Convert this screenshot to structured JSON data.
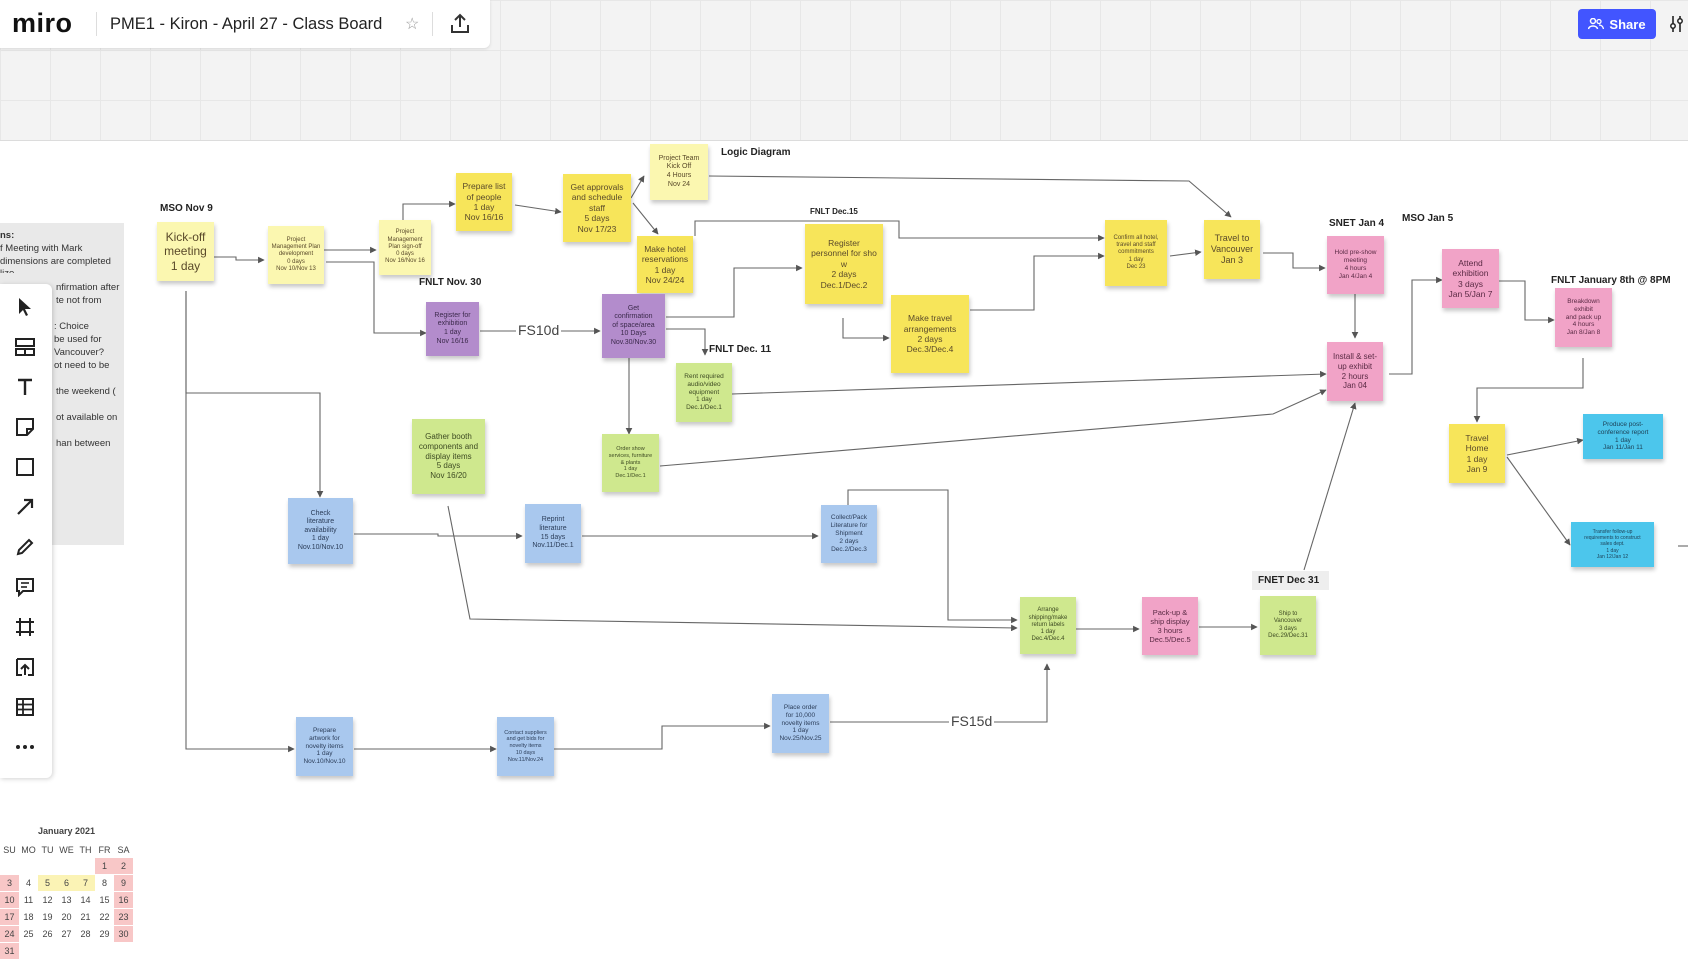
{
  "app": {
    "logo": "miro",
    "board_title": "PME1 - Kiron - April 27 - Class Board",
    "share_label": "Share",
    "accent_color": "#4255ff"
  },
  "toolbar": {
    "tools": [
      "select-icon",
      "templates-icon",
      "text-icon",
      "sticky-note-icon",
      "shape-icon",
      "connection-line-icon",
      "pen-icon",
      "comment-icon",
      "frame-icon",
      "upload-icon",
      "table-icon",
      "more-icon"
    ]
  },
  "notes_panel": {
    "lines": [
      "ns:",
      "f Meeting with Mark",
      "dimensions are completed",
      "lize",
      "nfirmation after",
      "te not from",
      ": Choice",
      "be used for",
      "Vancouver?",
      "ot need to be",
      "the weekend (",
      "ot available on",
      "han between"
    ]
  },
  "board": {
    "labels": {
      "logic_diagram": "Logic Diagram",
      "mso_nov9": "MSO Nov 9",
      "fnlt_nov30": "FNLT Nov. 30",
      "fnlt_dec15": "FNLT Dec.15",
      "fnlt_dec11": "FNLT Dec. 11",
      "snet_jan4": "SNET Jan 4",
      "mso_jan5": "MSO Jan 5",
      "fnlt_jan8": "FNLT  January 8th @ 8PM",
      "fnet_dec31": "FNET Dec 31"
    },
    "lags": {
      "fs10d": "FS10d",
      "fs15d": "FS15d"
    },
    "notes": {
      "kickoff": "Kick-off\nmeeting\n1 day",
      "pm_plan_dev": "Project\nManagement Plan\ndevelopment\n0 days\nNov 10/Nov 13",
      "pm_plan_signoff": "Project\nManagement\nPlan sign-off\n0 days\nNov 16/Nov 16",
      "prepare_list": "Prepare list\nof people\n1 day\nNov 16/16",
      "get_approvals": "Get approvals\nand schedule\nstaff\n5 days\nNov 17/23",
      "team_kickoff": "Project Team\nKick Off\n4 Hours\nNov 24",
      "hotel": "Make hotel\nreservations\n1 day\nNov 24/24",
      "register_exhibition": "Register for\nexhibition\n1 day\nNov 16/16",
      "confirm_space": "Get\nconfirmation\nof space/area\n10 Days\nNov.30/Nov.30",
      "register_personnel": "Register\npersonnel for sho\nw\n2 days\nDec.1/Dec.2",
      "travel_arrangements": "Make travel\narrangements\n2 days\nDec.3/Dec.4",
      "confirm_hotel": "Confirm all hotel,\ntravel and staff\ncommitments\n1 day\nDec 23",
      "travel_vancouver": "Travel to\nVancouver\nJan 3",
      "pre_show": "Hold pre-show\nmeeting\n4 hours\nJan 4/Jan 4",
      "attend": "Attend\nexhibition\n3 days\nJan 5/Jan 7",
      "breakdown": "Breakdown\nexhibit\nand pack up\n4 hours\nJan 8/Jan 8",
      "rent_av": "Rent required\naudio/video\nequipment\n1 day\nDec.1/Dec.1",
      "install": "Install & set-\nup exhibit\n2 hours\nJan 04",
      "gather_booth": "Gather booth\ncomponents and\ndisplay items\n5 days\nNov 16/20",
      "order_services": "Order show\nservices, furniture\n& plants\n1 day\nDec.1/Dec.1",
      "travel_home": "Travel\nHome\n1 day\nJan 9",
      "post_report": "Produce post-\nconference report\n1 day\nJan 11/Jan 11",
      "follow_up": "Transfer follow-up\nrequirements to construct\nsales dept.\n1 day\nJan 12/Jan 12",
      "check_literature": "Check\nliterature\navailability\n1 day\nNov.10/Nov.10",
      "reprint": "Reprint\nliterature\n15 days\nNov.11/Dec.1",
      "collect_pack": "Collect/Pack\nLiterature for\nShipment\n2 days\nDec.2/Dec.3",
      "arrange_shipping": "Arrange\nshipping/make\nreturn labels\n1 day\nDec.4/Dec.4",
      "packup_display": "Pack-up &\nship display\n3 hours\nDec.5/Dec.5",
      "ship_vancouver": "Ship to\nVancouver\n3 days\nDec.29/Dec.31",
      "prepare_artwork": "Prepare\nartwork for\nnovelty items\n1 day\nNov.10/Nov.10",
      "contact_suppliers": "Contact suppliers\nand get bids for\nnovelty items\n10 days\nNov.11/Nov.24",
      "place_order": "Place order\nfor 10,000\nnovelty items\n1 day\nNov.25/Nov.25"
    },
    "colors": {
      "yellow": "#f7e55a",
      "pale_yellow": "#fbf7b0",
      "purple": "#b38ccc",
      "lime": "#cfe88e",
      "pink": "#f1a3c7",
      "blue": "#a9c8ee",
      "cyan": "#4cc6ec"
    }
  },
  "calendar": {
    "title": "January 2021",
    "weekdays": [
      "SU",
      "MO",
      "TU",
      "WE",
      "TH",
      "FR",
      "SA"
    ],
    "weeks": [
      [
        "",
        "",
        "",
        "",
        "",
        "1",
        "2"
      ],
      [
        "3",
        "4",
        "5",
        "6",
        "7",
        "8",
        "9"
      ],
      [
        "10",
        "11",
        "12",
        "13",
        "14",
        "15",
        "16"
      ],
      [
        "17",
        "18",
        "19",
        "20",
        "21",
        "22",
        "23"
      ],
      [
        "24",
        "25",
        "26",
        "27",
        "28",
        "29",
        "30"
      ],
      [
        "31",
        "",
        "",
        "",
        "",
        "",
        ""
      ]
    ]
  }
}
